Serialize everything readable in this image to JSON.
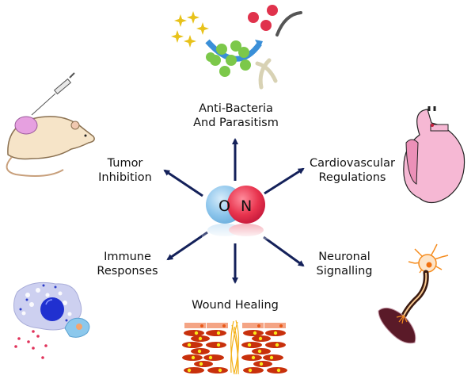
{
  "diagram": {
    "center": {
      "atoms": [
        {
          "symbol": "O",
          "color": "#8ec6ec"
        },
        {
          "symbol": "N",
          "color": "#e8344e"
        }
      ],
      "arrow_color": "#14215a"
    },
    "effects": [
      {
        "id": "anti-bacteria",
        "direction": "up",
        "lines": [
          "Anti-Bacteria",
          "And Parasitism"
        ],
        "illustration": "bacteria-parasite-icon"
      },
      {
        "id": "cardiovascular",
        "direction": "up-right",
        "lines": [
          "Cardiovascular",
          "Regulations"
        ],
        "illustration": "heart-icon"
      },
      {
        "id": "neuronal",
        "direction": "down-right",
        "lines": [
          "Neuronal",
          "Signalling"
        ],
        "illustration": "neuron-icon"
      },
      {
        "id": "wound-healing",
        "direction": "down",
        "lines": [
          "Wound Healing"
        ],
        "illustration": "tissue-cells-icon"
      },
      {
        "id": "immune",
        "direction": "down-left",
        "lines": [
          "Immune",
          "Responses"
        ],
        "illustration": "macrophage-icon"
      },
      {
        "id": "tumor",
        "direction": "up-left",
        "lines": [
          "Tumor",
          "Inhibition"
        ],
        "illustration": "mouse-syringe-icon"
      }
    ]
  }
}
